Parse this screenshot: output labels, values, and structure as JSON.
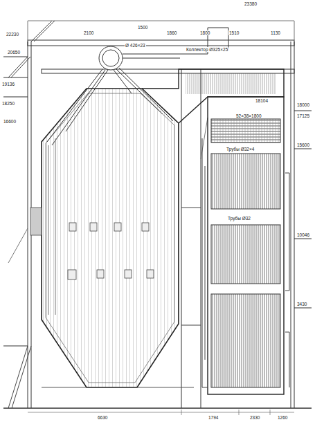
{
  "diagram": {
    "labels": [
      "23380",
      "2100",
      "1500",
      "1860",
      "1800",
      "1510",
      "1130",
      "22230",
      "20650",
      "19136",
      "18250",
      "16600",
      "18104",
      "18000",
      "17125",
      "15600",
      "10046",
      "Коллектор Ø325×25",
      "Ø 426×23",
      "52×38×1800",
      "Трубы Ø32",
      "Трубы Ø32×4",
      "6630",
      "1794",
      "2330",
      "1260",
      "3430"
    ]
  }
}
